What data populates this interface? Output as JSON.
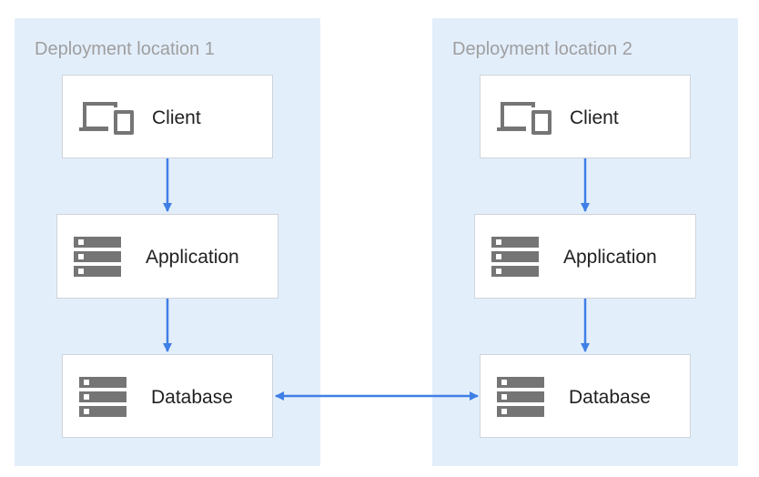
{
  "colors": {
    "region_bg": "#e3eefb",
    "node_border": "#cfd4da",
    "icon_gray": "#757575",
    "arrow_blue": "#3f7fe6",
    "region_label": "#9e9e9e"
  },
  "regions": [
    {
      "label": "Deployment location 1",
      "nodes": {
        "client": {
          "label": "Client",
          "icon": "laptop-phone-icon"
        },
        "application": {
          "label": "Application",
          "icon": "server-icon"
        },
        "database": {
          "label": "Database",
          "icon": "server-icon"
        }
      }
    },
    {
      "label": "Deployment location 2",
      "nodes": {
        "client": {
          "label": "Client",
          "icon": "laptop-phone-icon"
        },
        "application": {
          "label": "Application",
          "icon": "server-icon"
        },
        "database": {
          "label": "Database",
          "icon": "server-icon"
        }
      }
    }
  ]
}
